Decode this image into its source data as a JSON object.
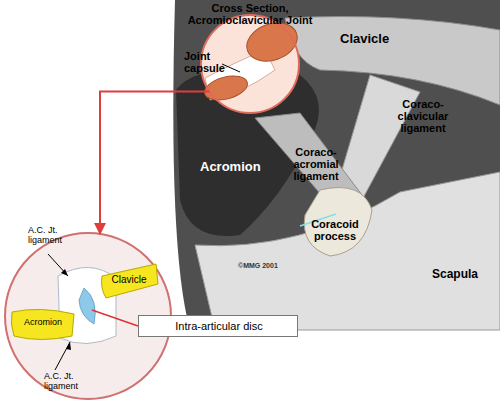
{
  "diagram": {
    "nodes": [
      {
        "text": [
          "Cross Section, Acromioclavicular Joint",
          "Joint capsule"
        ]
      },
      {
        "text": [
          "A.C. Jt. ligament",
          "A.C. Jt. ligament"
        ]
      },
      {
        "text": [
          "Acromion"
        ],
        "in": 1
      },
      {
        "text": [
          "Clavicle"
        ],
        "in": 1
      },
      {
        "text": [
          "Intra-articular disc"
        ]
      }
    ],
    "edges": [
      {
        "from": 0,
        "to": 1,
        "arrow": "to"
      }
    ],
    "labels": [
      "Clavicle",
      "Coraco- clavicular ligament",
      "Coraco- acromial ligament",
      "Acromion",
      "Coracoid process",
      "Scapula",
      "©MMG 2001"
    ]
  }
}
